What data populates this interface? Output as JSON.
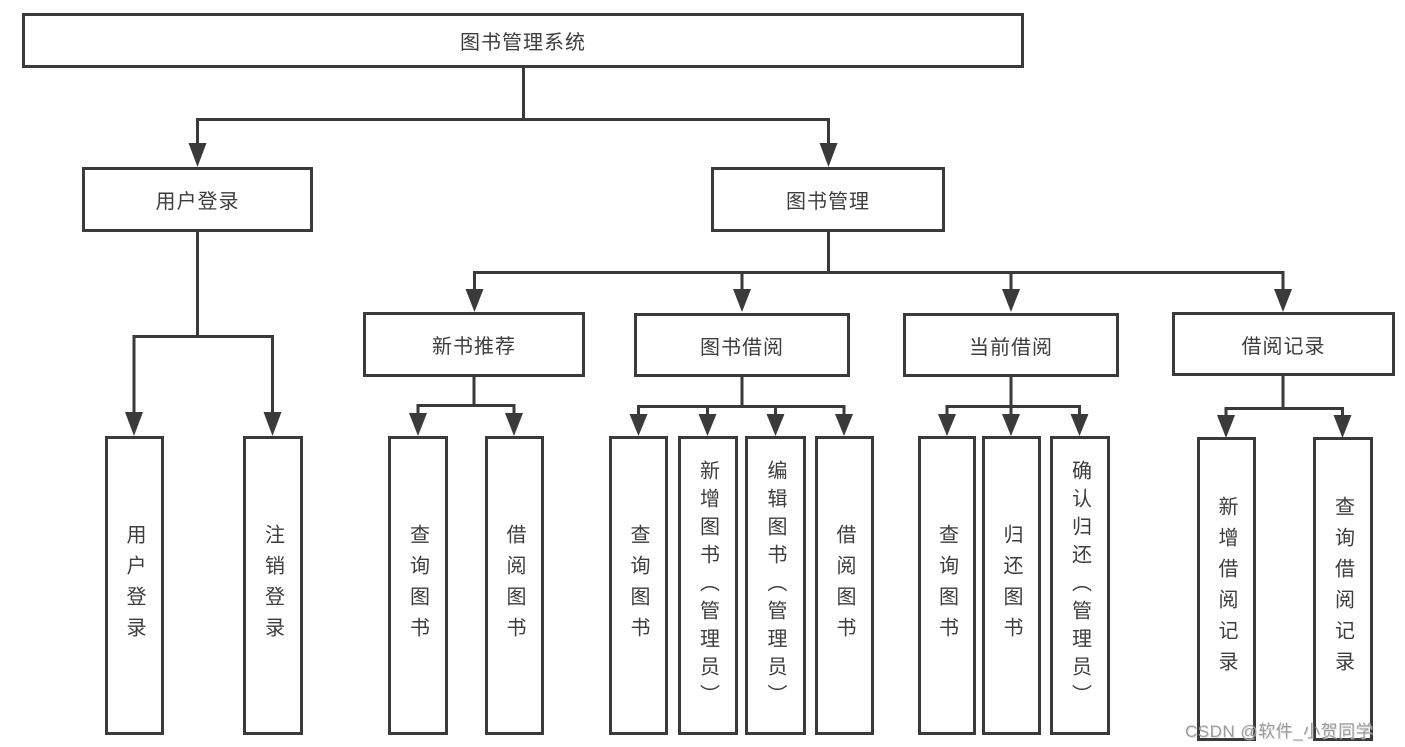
{
  "diagram_title": "图书管理系统",
  "nodes": {
    "root": {
      "label": "图书管理系统"
    },
    "user_login": {
      "label": "用户登录"
    },
    "book_mgmt": {
      "label": "图书管理"
    },
    "new_book_rec": {
      "label": "新书推荐"
    },
    "book_borrow": {
      "label": "图书借阅"
    },
    "current_borrow": {
      "label": "当前借阅"
    },
    "borrow_records": {
      "label": "借阅记录"
    },
    "leaf_user_login": {
      "label": "用户登录"
    },
    "leaf_logout": {
      "label": "注销登录"
    },
    "leaf_query_books_rec": {
      "label": "查询图书"
    },
    "leaf_borrow_books_rec": {
      "label": "借阅图书"
    },
    "leaf_query_books_borrow": {
      "label": "查询图书"
    },
    "leaf_add_books": {
      "label": "新增图书（管理员）"
    },
    "leaf_edit_books": {
      "label": "编辑图书（管理员）"
    },
    "leaf_borrow_books": {
      "label": "借阅图书"
    },
    "leaf_query_books_current": {
      "label": "查询图书"
    },
    "leaf_return_books": {
      "label": "归还图书"
    },
    "leaf_confirm_return": {
      "label": "确认归还（管理员）"
    },
    "leaf_add_borrow_record": {
      "label": "新增借阅记录"
    },
    "leaf_query_borrow_record": {
      "label": "查询借阅记录"
    }
  },
  "edges": [
    {
      "from": "root",
      "to": "user_login"
    },
    {
      "from": "root",
      "to": "book_mgmt"
    },
    {
      "from": "user_login",
      "to": "leaf_user_login"
    },
    {
      "from": "user_login",
      "to": "leaf_logout"
    },
    {
      "from": "book_mgmt",
      "to": "new_book_rec"
    },
    {
      "from": "book_mgmt",
      "to": "book_borrow"
    },
    {
      "from": "book_mgmt",
      "to": "current_borrow"
    },
    {
      "from": "book_mgmt",
      "to": "borrow_records"
    },
    {
      "from": "new_book_rec",
      "to": "leaf_query_books_rec"
    },
    {
      "from": "new_book_rec",
      "to": "leaf_borrow_books_rec"
    },
    {
      "from": "book_borrow",
      "to": "leaf_query_books_borrow"
    },
    {
      "from": "book_borrow",
      "to": "leaf_add_books"
    },
    {
      "from": "book_borrow",
      "to": "leaf_edit_books"
    },
    {
      "from": "book_borrow",
      "to": "leaf_borrow_books"
    },
    {
      "from": "current_borrow",
      "to": "leaf_query_books_current"
    },
    {
      "from": "current_borrow",
      "to": "leaf_return_books"
    },
    {
      "from": "current_borrow",
      "to": "leaf_confirm_return"
    },
    {
      "from": "borrow_records",
      "to": "leaf_add_borrow_record"
    },
    {
      "from": "borrow_records",
      "to": "leaf_query_borrow_record"
    }
  ],
  "watermark": {
    "text": "CSDN @软件_小贺同学"
  },
  "colors": {
    "line": "#3a3a3a",
    "text": "#3d3d3d",
    "watermark": "#9d9d9d",
    "background": "#ffffff"
  }
}
